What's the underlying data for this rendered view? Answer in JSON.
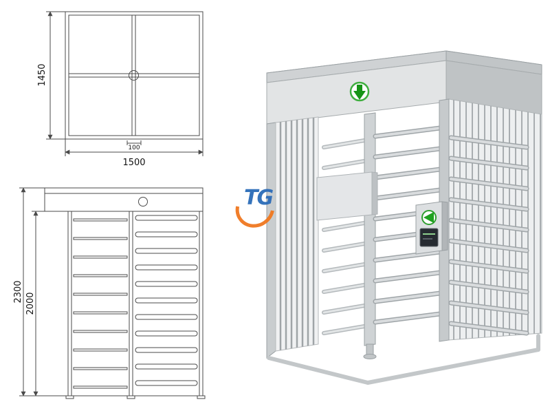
{
  "top_view": {
    "height_mm": "1450",
    "width_mm": "1500",
    "center_mm": "100"
  },
  "front_view": {
    "total_height_mm": "2300",
    "passage_height_mm": "2000"
  },
  "logo": {
    "text": "TG"
  },
  "colors": {
    "dimension_line": "#4a4a4a",
    "steel_light": "#eceeef",
    "steel_mid": "#cfd2d4",
    "steel_dark": "#aab0b3",
    "indicator_green": "#1fa11f",
    "logo_blue": "#2b6cb8",
    "logo_orange": "#f07820"
  }
}
